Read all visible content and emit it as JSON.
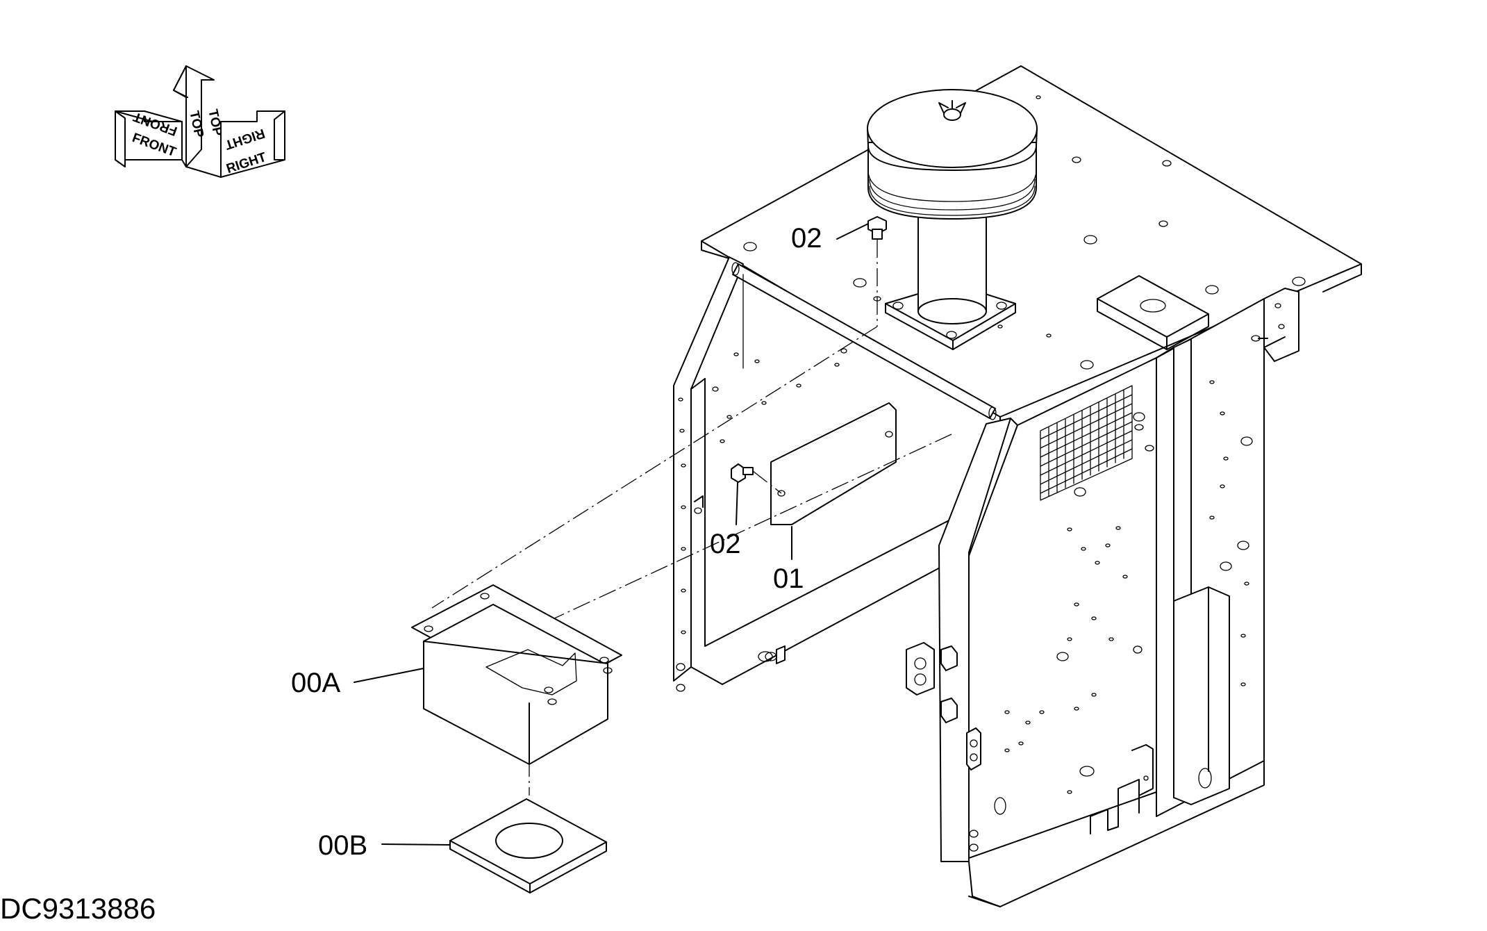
{
  "orientation_indicator": {
    "front_label": "FRONT",
    "top_label": "TOP",
    "right_label": "RIGHT"
  },
  "callouts": {
    "part_02_top": "02",
    "part_02_side": "02",
    "part_01": "01",
    "part_00A": "00A",
    "part_00B": "00B"
  },
  "drawing_code": "DC9313886"
}
